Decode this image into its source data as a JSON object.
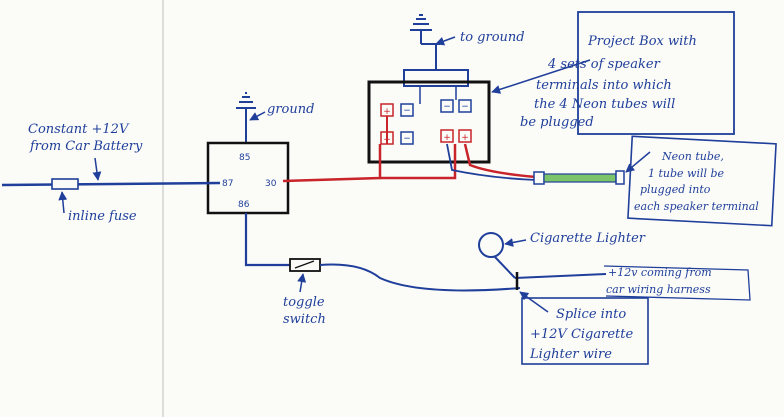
{
  "labels": {
    "to_ground": "to ground",
    "ground": "ground",
    "constant_line1": "Constant +12V",
    "constant_line2": "from Car Battery",
    "inline_fuse": "inline fuse",
    "toggle_line1": "toggle",
    "toggle_line2": "switch",
    "cig_lighter": "Cigarette Lighter",
    "coming_line1": "+12v coming from",
    "coming_line2": "car wiring harness",
    "splice_line1": "Splice into",
    "splice_line2": "+12V Cigarette",
    "splice_line3": "Lighter wire",
    "project_line1": "Project Box with",
    "project_line2": "4 sets of speaker",
    "project_line3": "terminals into which",
    "project_line4": "the 4 Neon tubes will",
    "project_line5": "be plugged",
    "neon_line1": "Neon tube,",
    "neon_line2": "1 tube will be",
    "neon_line3": "plugged into",
    "neon_line4": "each speaker terminal"
  },
  "relay_pins": {
    "p85": "85",
    "p87": "87",
    "p30": "30",
    "p86": "86"
  },
  "colors": {
    "ink": "#1f3f9a",
    "red_wire": "#c8242a",
    "neon": "#7cc46a",
    "paper": "#fbfbf8",
    "margin_line": "#c9c9c9"
  }
}
